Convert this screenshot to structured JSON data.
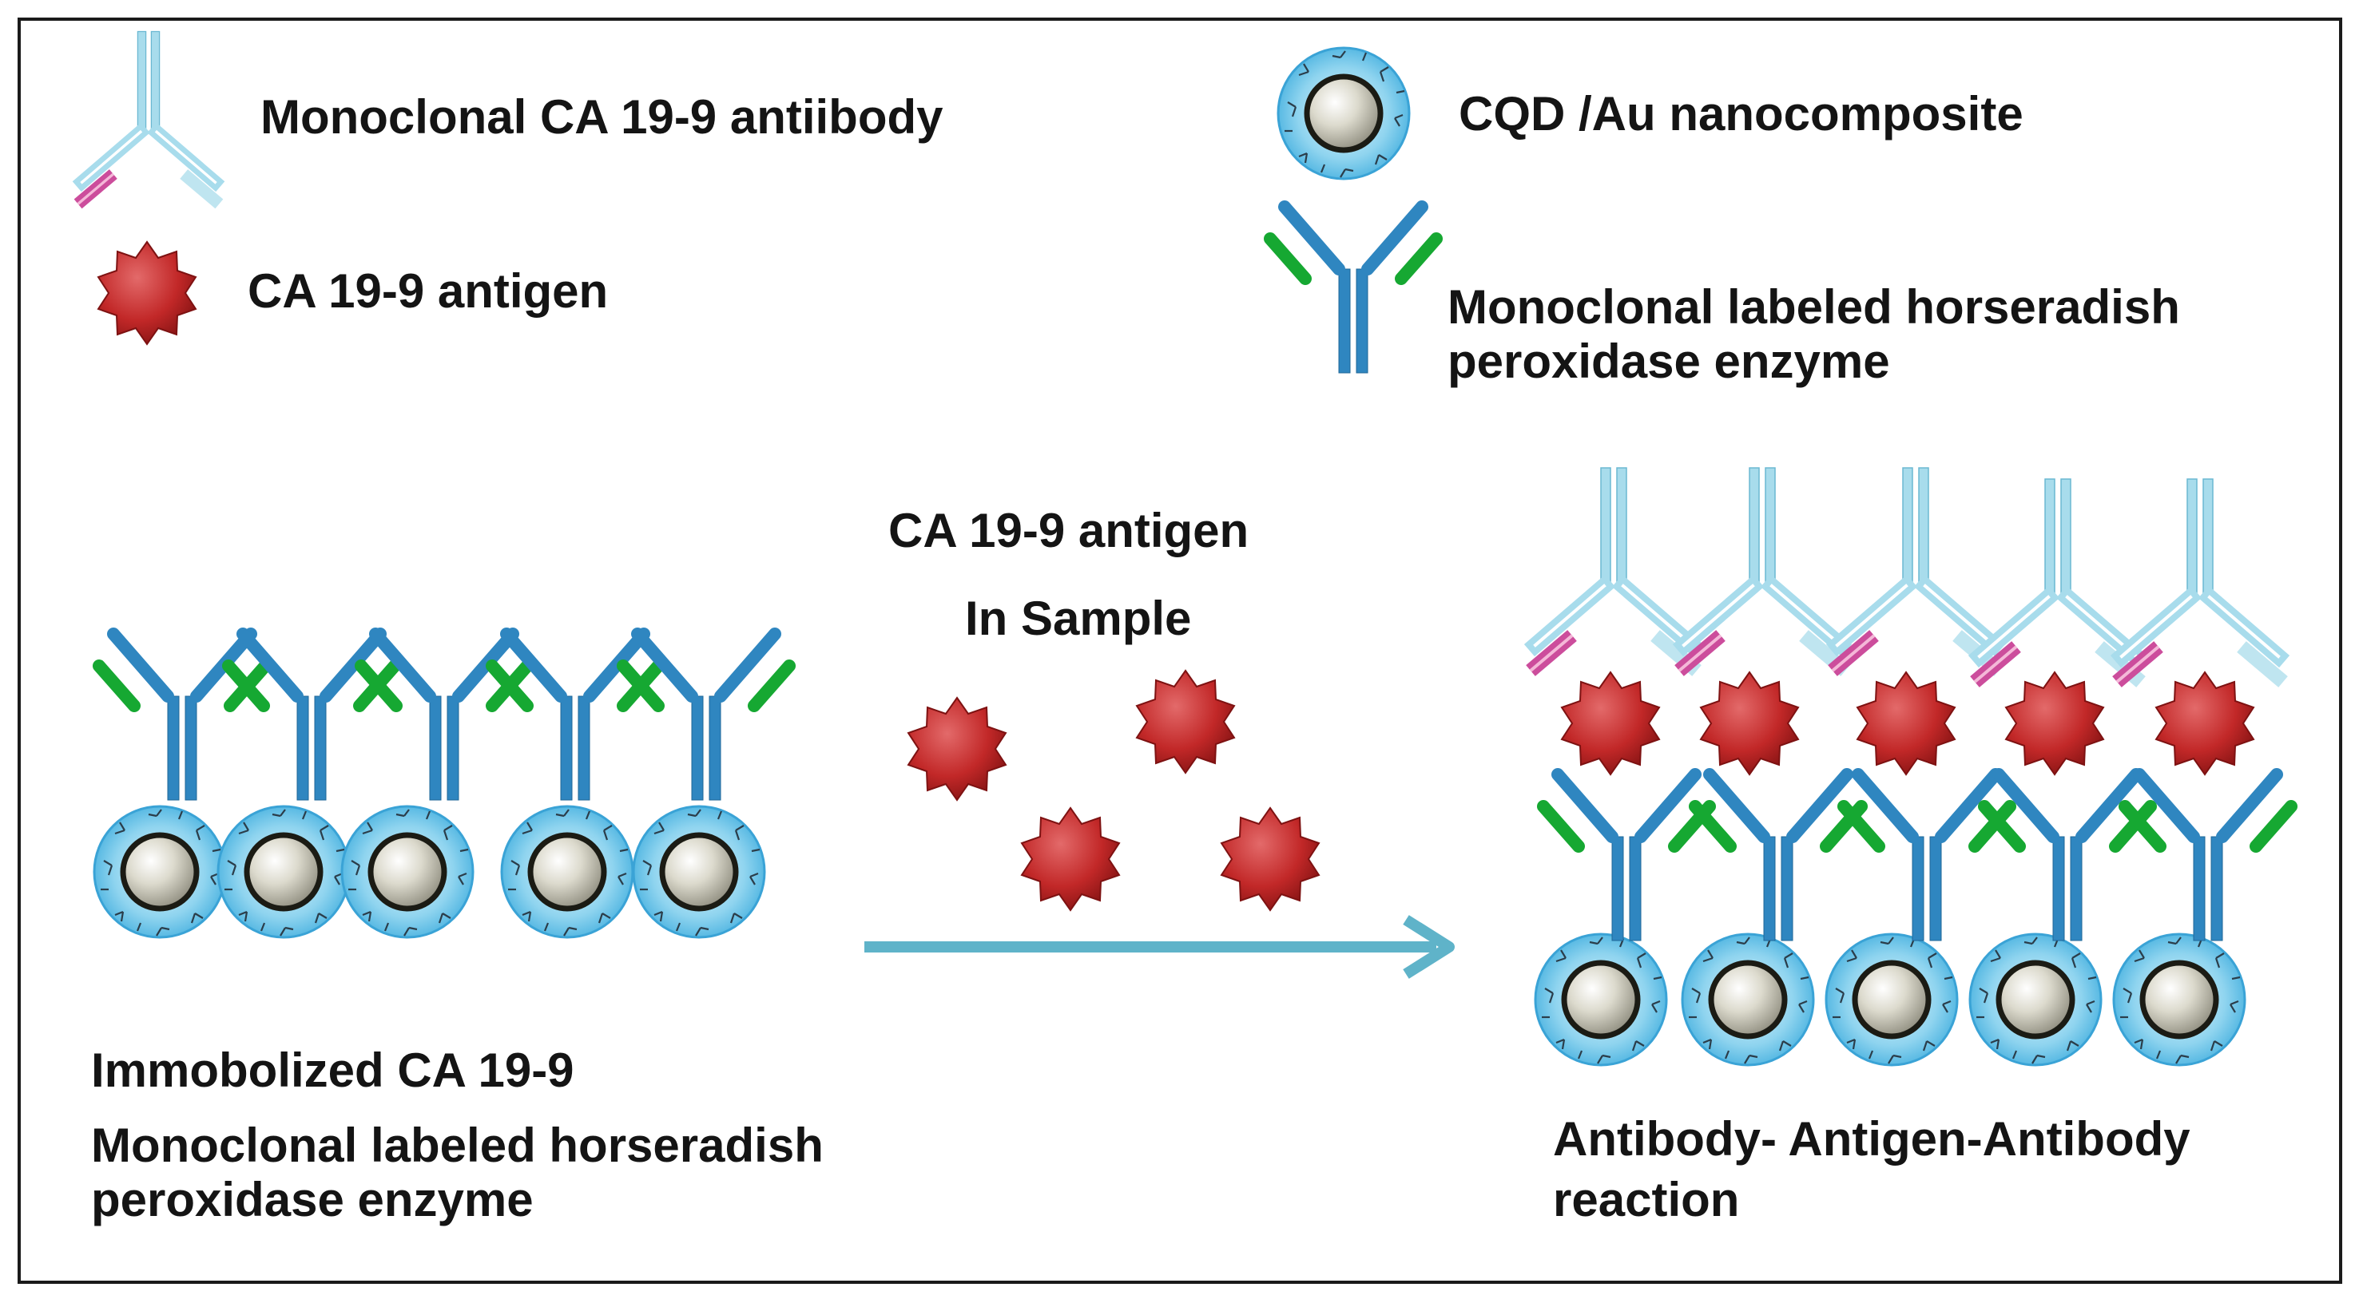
{
  "legend": {
    "capture_antibody": "Monoclonal CA 19-9 antiibody",
    "antigen": "CA 19-9 antigen",
    "nanocomposite": "CQD /Au nanocomposite",
    "hrp_line1": "Monoclonal labeled horseradish",
    "hrp_line2": "peroxidase enzyme"
  },
  "process": {
    "sample_line1": "CA 19-9 antigen",
    "sample_line2": "In Sample",
    "left_line1": "Immobolized CA 19-9",
    "left_line2": "Monoclonal labeled horseradish",
    "left_line3": "peroxidase enzyme",
    "right_line1": "Antibody- Antigen-Antibody",
    "right_line2": "reaction"
  },
  "colors": {
    "frame": "#1a1a1a",
    "text": "#141414",
    "antibody_blue": "#2f86c0",
    "label_green": "#16a832",
    "capture_light_blue": "#a8dcec",
    "capture_magenta": "#cc4d9c",
    "antigen_red": "#c02626",
    "nanoshell_cyan": "#72c8ec",
    "nanocore": "#d8d6c8",
    "arrow": "#5fb3c9"
  }
}
